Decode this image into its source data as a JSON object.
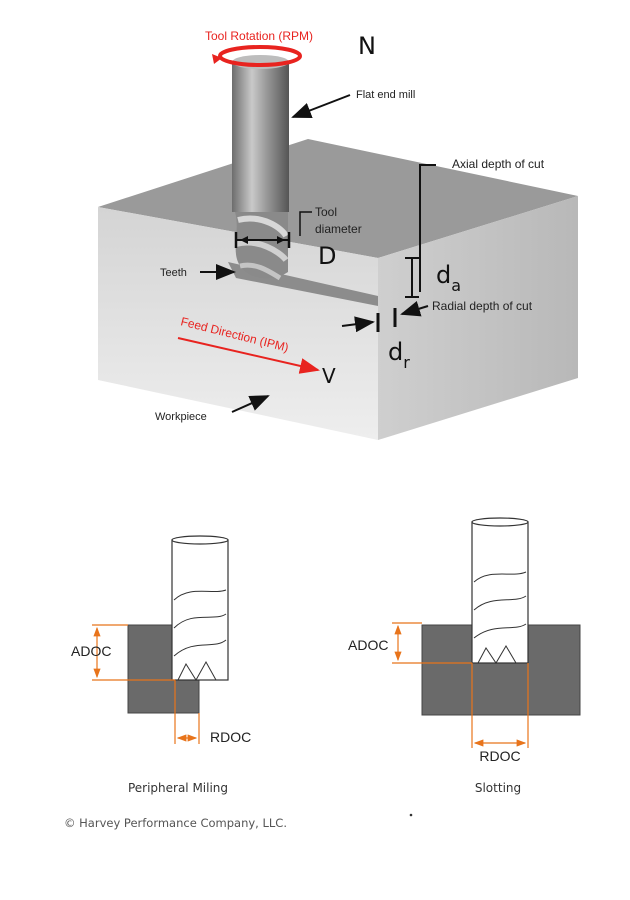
{
  "top_diagram": {
    "tool_rotation_label": "Tool Rotation (RPM)",
    "rotation_symbol": "N",
    "flat_end_mill_label": "Flat end mill",
    "axial_doc_label": "Axial depth of cut",
    "tool_diameter_label_line1": "Tool",
    "tool_diameter_label_line2": "diameter",
    "diameter_symbol": "D",
    "axial_symbol_main": "d",
    "axial_symbol_sub": "a",
    "teeth_label": "Teeth",
    "radial_doc_label": "Radial depth of cut",
    "feed_direction_label": "Feed Direction (IPM)",
    "feed_symbol": "V",
    "radial_symbol_main": "d",
    "radial_symbol_sub": "r",
    "workpiece_label": "Workpiece",
    "accent_color": "#e8231f"
  },
  "peripheral": {
    "adoc_label": "ADOC",
    "rdoc_label": "RDOC",
    "caption": "Peripheral Miling",
    "dimension_color": "#e8741b"
  },
  "slotting": {
    "adoc_label": "ADOC",
    "rdoc_label": "RDOC",
    "caption": "Slotting"
  },
  "copyright": "© Harvey Performance Company, LLC."
}
